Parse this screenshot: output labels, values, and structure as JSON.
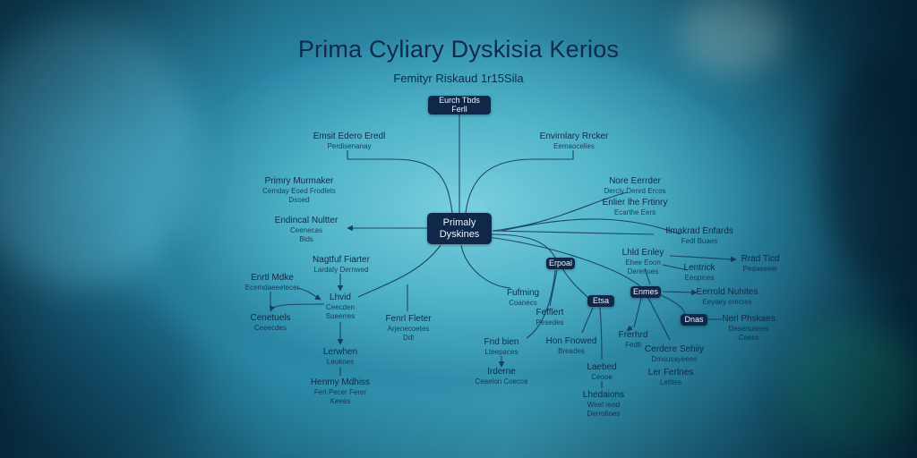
{
  "title": "Prima Cyliary Dyskisia Kerios",
  "subtitle": "Femityr Riskaud 1r15Sila",
  "diagram": {
    "top_box": {
      "line1": "Eurch Tbds",
      "line2": "Ferll"
    },
    "center_box": {
      "line1": "Primaly",
      "line2": "Dyskines"
    },
    "box_r1": {
      "line1": "Erpoal"
    },
    "box_r2": {
      "line1": "Etsa"
    },
    "box_r3": {
      "line1": "Enmes"
    },
    "box_r4": {
      "line1": "Dnas"
    },
    "labels": [
      {
        "id": "l01",
        "h": "Emsit Edero Eredl",
        "s": "Perdisenanay"
      },
      {
        "id": "l02",
        "h": "Envirnlary Rrcker",
        "s": "Eemaocelies"
      },
      {
        "id": "l03",
        "h": "Primry Murmaker",
        "s": "Cemday Eoed Frodlets",
        "s2": "Dsoed"
      },
      {
        "id": "l04",
        "h": "Nore Eerrder",
        "s": "Dercly Denrd Ercos"
      },
      {
        "id": "l05",
        "h": "Enlier lhe Frtinry",
        "s": "Ecarthe Eers"
      },
      {
        "id": "l06",
        "h": "Endincal Nultter",
        "s": "Ceenecas",
        "s2": "Bids"
      },
      {
        "id": "l07",
        "h": "Ilmakrad Enfards",
        "s": "Fedl Buaes"
      },
      {
        "id": "l08",
        "h": "Nagtfuf Fiarter",
        "s": "Lardaty Dernwed"
      },
      {
        "id": "l09",
        "h": "Enrtl Mdke",
        "s": "Ecemdaeeetecer"
      },
      {
        "id": "l10",
        "h": "Lhld Enley",
        "s": "Ehee Eoon",
        "s2": "Derenues"
      },
      {
        "id": "l11",
        "h": "Rrad Ticd",
        "s": "Pedaeseer"
      },
      {
        "id": "l12",
        "h": "Lentrick",
        "s": "Eeopices"
      },
      {
        "id": "l13",
        "h": "Lhvid",
        "s": "Ceecden",
        "s2": "Sueerres"
      },
      {
        "id": "l14",
        "h": "Fufming",
        "s": "Coanecs"
      },
      {
        "id": "l15",
        "h": "Eerrold Nuhites",
        "s": "Eeyaey crecres"
      },
      {
        "id": "l16",
        "h": "Cenetuels",
        "s": "Ceeecdes"
      },
      {
        "id": "l17",
        "h": "Fenrl Fleter",
        "s": "Arjenecoetes",
        "s2": "Ddl"
      },
      {
        "id": "l18",
        "h": "Fefflert",
        "s": "Pesedes"
      },
      {
        "id": "l19",
        "h": "Nerl Phskaes",
        "s": "Desenuanes",
        "s2": "Ceess"
      },
      {
        "id": "l20",
        "h": "Fnd bien",
        "s": "Lteepaces"
      },
      {
        "id": "l21",
        "h": "Hon Fnowed",
        "s": "Breades"
      },
      {
        "id": "l22",
        "h": "Frerhrd",
        "s": "Fedtl"
      },
      {
        "id": "l23",
        "h": "Cerdere Sehiiy",
        "s": "Dmsusayeeee"
      },
      {
        "id": "l24",
        "h": "Lerwhen",
        "s": "Leoknes"
      },
      {
        "id": "l25",
        "h": "Irderne",
        "s": "Ceaelon Coecce"
      },
      {
        "id": "l26",
        "h": "Laebed",
        "s": "Ceooe"
      },
      {
        "id": "l27",
        "h": "Ler Ferlnes",
        "s": "Letttes"
      },
      {
        "id": "l28",
        "h": "Henmy Mdhiss",
        "s": "Ferl Pecer Ferer",
        "s2": "Keees"
      },
      {
        "id": "l29",
        "h": "Lhedaions",
        "s": "Weel reod",
        "s2": "Derrotioes"
      }
    ]
  }
}
